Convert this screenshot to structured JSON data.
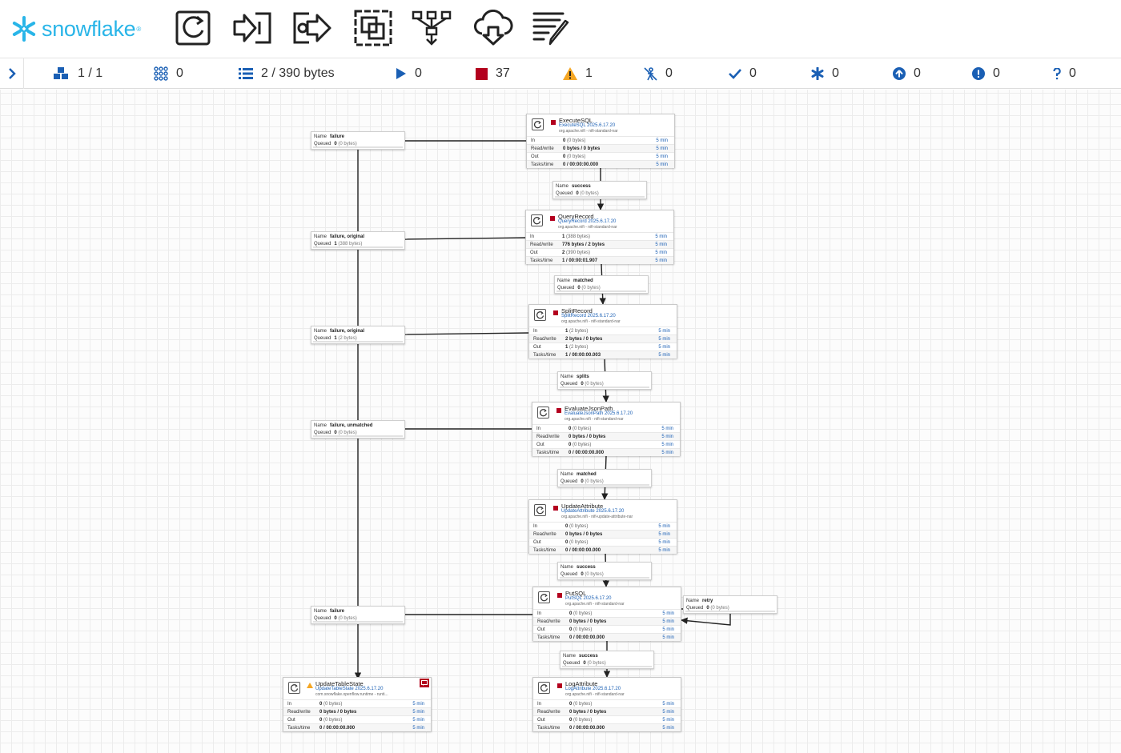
{
  "logo": {
    "text": "snowflake",
    "mark": "®"
  },
  "toolbar": [
    {
      "icon": "processor-icon"
    },
    {
      "icon": "input-port-icon"
    },
    {
      "icon": "output-port-icon"
    },
    {
      "icon": "process-group-icon"
    },
    {
      "icon": "funnel-icon"
    },
    {
      "icon": "remote-process-group-icon"
    },
    {
      "icon": "label-icon"
    }
  ],
  "status": {
    "cluster": "1 / 1",
    "threads": "0",
    "queued": "2 / 390 bytes",
    "running": "0",
    "stopped": "37",
    "invalid": "1",
    "disabled": "0",
    "up_to_date": "0",
    "locally_modified": "0",
    "stale": "0",
    "errors": "0",
    "unknown": "0"
  },
  "colors": {
    "accent": "#1a5fb4",
    "stopped": "#b3001e",
    "warning": "#f5a623",
    "logo": "#29b5e8"
  },
  "processors": [
    {
      "name": "ExecuteSQL",
      "type": "ExecuteSQL 2025.6.17.20",
      "bundle": "org.apache.nifi - nifi-standard-nar",
      "in": "0",
      "in_sub": "(0 bytes)",
      "rw": "0 bytes / 0 bytes",
      "out": "0",
      "out_sub": "(0 bytes)",
      "tasks": "0 / 00:00:00.000",
      "period": "5 min"
    },
    {
      "name": "QueryRecord",
      "type": "QueryRecord 2025.6.17.20",
      "bundle": "org.apache.nifi - nifi-standard-nar",
      "in": "1",
      "in_sub": "(388 bytes)",
      "rw": "776 bytes / 2 bytes",
      "out": "2",
      "out_sub": "(390 bytes)",
      "tasks": "1 / 00:00:01.907",
      "period": "5 min"
    },
    {
      "name": "SplitRecord",
      "type": "SplitRecord 2025.6.17.20",
      "bundle": "org.apache.nifi - nifi-standard-nar",
      "in": "1",
      "in_sub": "(2 bytes)",
      "rw": "2 bytes / 0 bytes",
      "out": "1",
      "out_sub": "(2 bytes)",
      "tasks": "1 / 00:00:00.003",
      "period": "5 min"
    },
    {
      "name": "EvaluateJsonPath",
      "type": "EvaluateJsonPath 2025.6.17.20",
      "bundle": "org.apache.nifi - nifi-standard-nar",
      "in": "0",
      "in_sub": "(0 bytes)",
      "rw": "0 bytes / 0 bytes",
      "out": "0",
      "out_sub": "(0 bytes)",
      "tasks": "0 / 00:00:00.000",
      "period": "5 min"
    },
    {
      "name": "UpdateAttribute",
      "type": "UpdateAttribute 2025.6.17.20",
      "bundle": "org.apache.nifi - nifi-update-attribute-nar",
      "in": "0",
      "in_sub": "(0 bytes)",
      "rw": "0 bytes / 0 bytes",
      "out": "0",
      "out_sub": "(0 bytes)",
      "tasks": "0 / 00:00:00.000",
      "period": "5 min"
    },
    {
      "name": "PutSQL",
      "type": "PutSQL 2025.6.17.20",
      "bundle": "org.apache.nifi - nifi-standard-nar",
      "in": "0",
      "in_sub": "(0 bytes)",
      "rw": "0 bytes / 0 bytes",
      "out": "0",
      "out_sub": "(0 bytes)",
      "tasks": "0 / 00:00:00.000",
      "period": "5 min"
    },
    {
      "name": "UpdateTableState",
      "type": "UpdateTableState 2025.6.17.20",
      "bundle": "com.snowflake.openflow.runtime - runti...",
      "in": "0",
      "in_sub": "(0 bytes)",
      "rw": "0 bytes / 0 bytes",
      "out": "0",
      "out_sub": "(0 bytes)",
      "tasks": "0 / 00:00:00.000",
      "period": "5 min"
    },
    {
      "name": "LogAttribute",
      "type": "LogAttribute 2025.6.17.20",
      "bundle": "org.apache.nifi - nifi-standard-nar",
      "in": "0",
      "in_sub": "(0 bytes)",
      "rw": "0 bytes / 0 bytes",
      "out": "0",
      "out_sub": "(0 bytes)",
      "tasks": "0 / 00:00:00.000",
      "period": "5 min"
    }
  ],
  "row_labels": {
    "in": "In",
    "rw": "Read/write",
    "out": "Out",
    "tasks": "Tasks/time"
  },
  "conn_labels": {
    "name": "Name",
    "queued": "Queued"
  },
  "connections": [
    {
      "name": "failure",
      "count": "0",
      "size": "(0 bytes)"
    },
    {
      "name": "success",
      "count": "0",
      "size": "(0 bytes)"
    },
    {
      "name": "failure, original",
      "count": "1",
      "size": "(388 bytes)"
    },
    {
      "name": "matched",
      "count": "0",
      "size": "(0 bytes)"
    },
    {
      "name": "failure, original",
      "count": "1",
      "size": "(2 bytes)"
    },
    {
      "name": "splits",
      "count": "0",
      "size": "(0 bytes)"
    },
    {
      "name": "failure, unmatched",
      "count": "0",
      "size": "(0 bytes)"
    },
    {
      "name": "matched",
      "count": "0",
      "size": "(0 bytes)"
    },
    {
      "name": "success",
      "count": "0",
      "size": "(0 bytes)"
    },
    {
      "name": "retry",
      "count": "0",
      "size": "(0 bytes)"
    },
    {
      "name": "failure",
      "count": "0",
      "size": "(0 bytes)"
    },
    {
      "name": "success",
      "count": "0",
      "size": "(0 bytes)"
    }
  ]
}
